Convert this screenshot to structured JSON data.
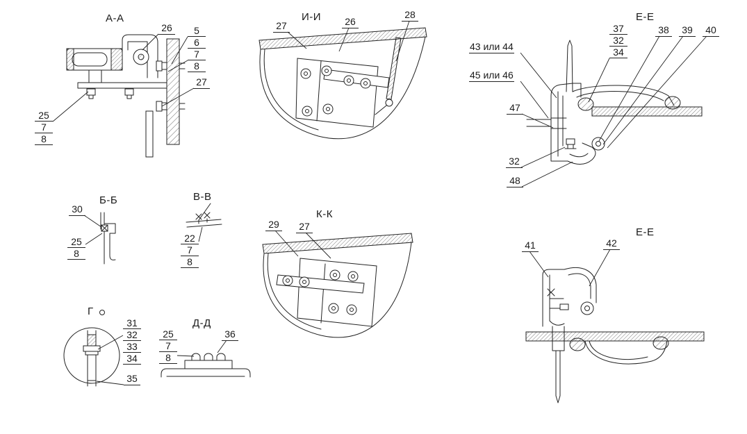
{
  "drawing": {
    "background": "#ffffff",
    "line_color": "#222222"
  },
  "views": {
    "aa": {
      "title": "А-А",
      "callouts": {
        "c26": "26",
        "stack_top": [
          "5",
          "6",
          "7",
          "8"
        ],
        "c27": "27",
        "stack_left": [
          "25",
          "7",
          "8"
        ]
      }
    },
    "ii": {
      "title": "И-И",
      "callouts": {
        "c27": "27",
        "c26": "26",
        "c28": "28"
      }
    },
    "ee_top": {
      "title": "Е-Е",
      "callouts": {
        "c43_44": "43 или 44",
        "c45_46": "45 или 46",
        "stack": [
          "37",
          "32",
          "34"
        ],
        "c38": "38",
        "c39": "39",
        "c40": "40",
        "c47": "47",
        "c32": "32",
        "c48": "48"
      }
    },
    "bb": {
      "title": "Б-Б",
      "callouts": {
        "c30": "30",
        "stack": [
          "25",
          "8"
        ]
      }
    },
    "vv": {
      "title": "В-В",
      "callouts": {
        "stack": [
          "22",
          "7",
          "8"
        ]
      }
    },
    "kk": {
      "title": "К-К",
      "callouts": {
        "c29": "29",
        "c27": "27"
      }
    },
    "g": {
      "title": "Г",
      "callouts": {
        "stack": [
          "31",
          "32",
          "33",
          "34"
        ],
        "c35": "35"
      }
    },
    "dd": {
      "title": "Д-Д",
      "callouts": {
        "stack": [
          "25",
          "7",
          "8"
        ],
        "c36": "36"
      }
    },
    "ee_bottom": {
      "title": "Е-Е",
      "callouts": {
        "c41": "41",
        "c42": "42"
      }
    }
  }
}
